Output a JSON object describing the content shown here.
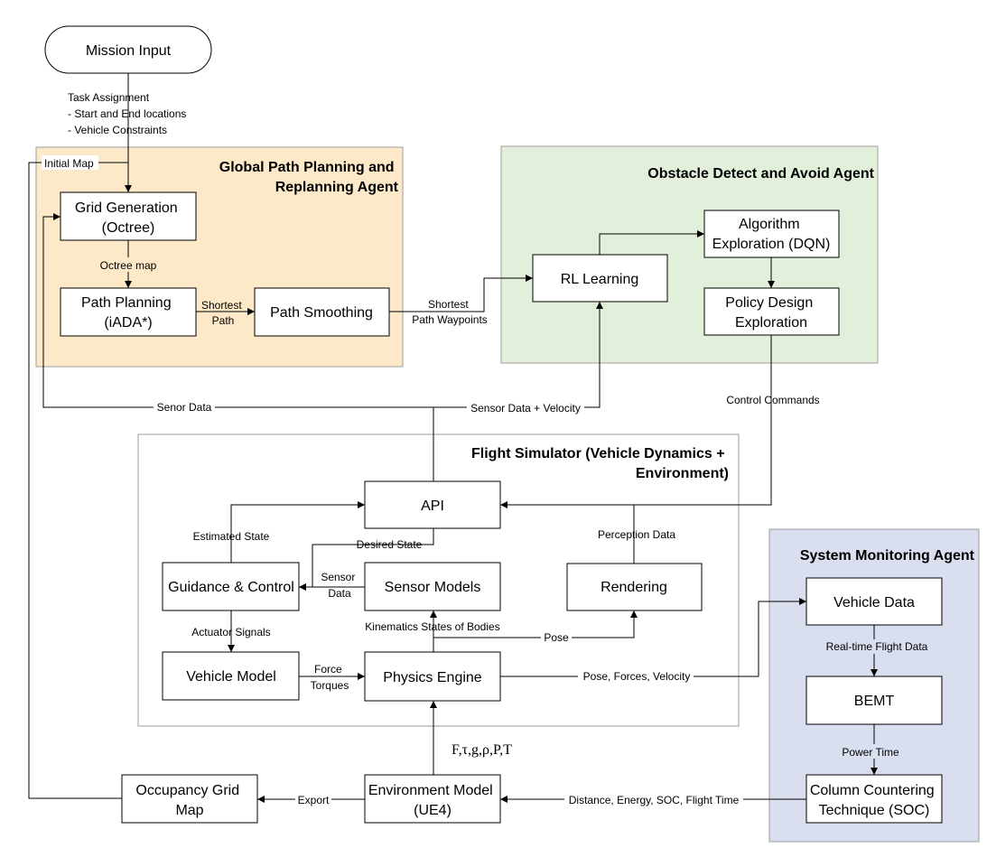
{
  "colors": {
    "global_region_fill": "#fde9c8",
    "obstacle_region_fill": "#e2efda",
    "monitoring_region_fill": "#dadff0",
    "region_border": "#9e9e9e",
    "line": "#000000"
  },
  "regions": {
    "global": {
      "title": [
        "Global Path Planning and",
        "Replanning Agent"
      ]
    },
    "obstacle": {
      "title": [
        "Obstacle Detect and Avoid Agent"
      ]
    },
    "simulator": {
      "title": [
        "Flight Simulator (Vehicle Dynamics +",
        "Environment)"
      ]
    },
    "monitoring": {
      "title": [
        "System Monitoring Agent"
      ]
    }
  },
  "nodes": {
    "mission_input": [
      "Mission Input"
    ],
    "grid_generation": [
      "Grid Generation",
      "(Octree)"
    ],
    "path_planning": [
      "Path Planning",
      "(iADA*)"
    ],
    "path_smoothing": [
      "Path Smoothing"
    ],
    "rl_learning": [
      "RL Learning"
    ],
    "algorithm_exploration": [
      "Algorithm",
      "Exploration (DQN)"
    ],
    "policy_design": [
      "Policy Design",
      "Exploration"
    ],
    "api": [
      "API"
    ],
    "guidance_control": [
      "Guidance & Control"
    ],
    "sensor_models": [
      "Sensor Models"
    ],
    "rendering": [
      "Rendering"
    ],
    "vehicle_model": [
      "Vehicle Model"
    ],
    "physics_engine": [
      "Physics Engine"
    ],
    "occupancy_grid": [
      "Occupancy Grid",
      "Map"
    ],
    "environment_model": [
      "Environment Model",
      "(UE4)"
    ],
    "vehicle_data": [
      "Vehicle Data"
    ],
    "bemt": [
      "BEMT"
    ],
    "column_countering": [
      "Column Countering",
      "Technique (SOC)"
    ]
  },
  "edge_labels": {
    "task_assignment": [
      "Task Assignment",
      "- Start and End locations",
      "- Vehicle Constraints"
    ],
    "initial_map": "Initial Map",
    "octree_map": "Octree map",
    "shortest_path": [
      "Shortest",
      "Path"
    ],
    "shortest_path_waypoints": [
      "Shortest",
      "Path Waypoints"
    ],
    "senor_data": "Senor Data",
    "sensor_data_velocity": "Sensor Data + Velocity",
    "control_commands": "Control Commands",
    "estimated_state": "Estimated State",
    "desired_state": "Desired State",
    "sensor_data": [
      "Sensor",
      "Data"
    ],
    "perception_data": "Perception Data",
    "actuator_signals": "Actuator Signals",
    "kinematics_states": "Kinematics States of Bodies",
    "pose": "Pose",
    "force_torques": [
      "Force",
      "Torques"
    ],
    "pose_forces_velocity": "Pose, Forces, Velocity",
    "env_params": "F,τ,g,ρ,P,T",
    "export": "Export",
    "distance_energy": "Distance, Energy, SOC, Flight Time",
    "realtime_flight_data": "Real-time Flight Data",
    "power_time": "Power Time"
  }
}
